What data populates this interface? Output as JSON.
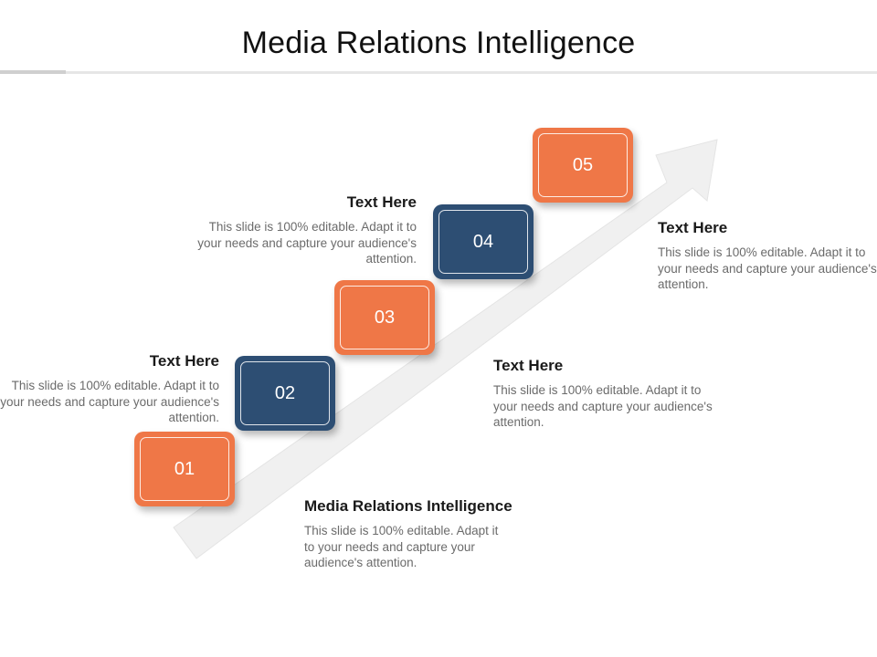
{
  "title": "Media Relations Intelligence",
  "steps": [
    {
      "num": "01",
      "color": "#ef7747"
    },
    {
      "num": "02",
      "color": "#2d4e73"
    },
    {
      "num": "03",
      "color": "#ef7747"
    },
    {
      "num": "04",
      "color": "#2d4e73"
    },
    {
      "num": "05",
      "color": "#ef7747"
    }
  ],
  "blocks": [
    {
      "heading": "Text Here",
      "body": "This slide is 100% editable. Adapt it to your needs and capture your audience's attention."
    },
    {
      "heading": "Text Here",
      "body": "This slide is 100% editable. Adapt it to your needs and capture your audience's attention."
    },
    {
      "heading": "Text Here",
      "body": "This slide is 100% editable. Adapt it to your needs and capture your audience's attention."
    },
    {
      "heading": "Text Here",
      "body": "This slide is 100% editable. Adapt it to your needs and capture your audience's attention."
    },
    {
      "heading": "Media Relations Intelligence",
      "body": "This slide is 100% editable. Adapt it to your needs and capture your audience's attention."
    }
  ]
}
